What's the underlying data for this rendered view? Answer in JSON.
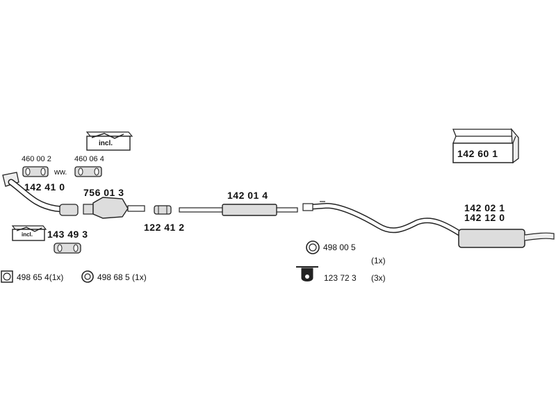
{
  "parts": {
    "front_pipe": "142 41 0",
    "gasket_a": "460 00 2",
    "gasket_b": "460 06 4",
    "ww": "ww.",
    "catalyst": "756 01 3",
    "clamp": "122 41 2",
    "front_incl_kit": "143 49 3",
    "middle_silencer": "142 01 4",
    "rear_silencer_a": "142 02 1",
    "rear_silencer_b": "142 12 0",
    "kit_box": "142 60 1",
    "ring_498005": "498 00 5",
    "ring_498005_qty": "(1x)",
    "hanger_123723": "123 72 3",
    "hanger_123723_qty": "(3x)",
    "ring_498654": "498 65 4(1x)",
    "ring_498685": "498 68 5 (1x)"
  },
  "incl_label_top": "incl.",
  "incl_label_left": "incl."
}
